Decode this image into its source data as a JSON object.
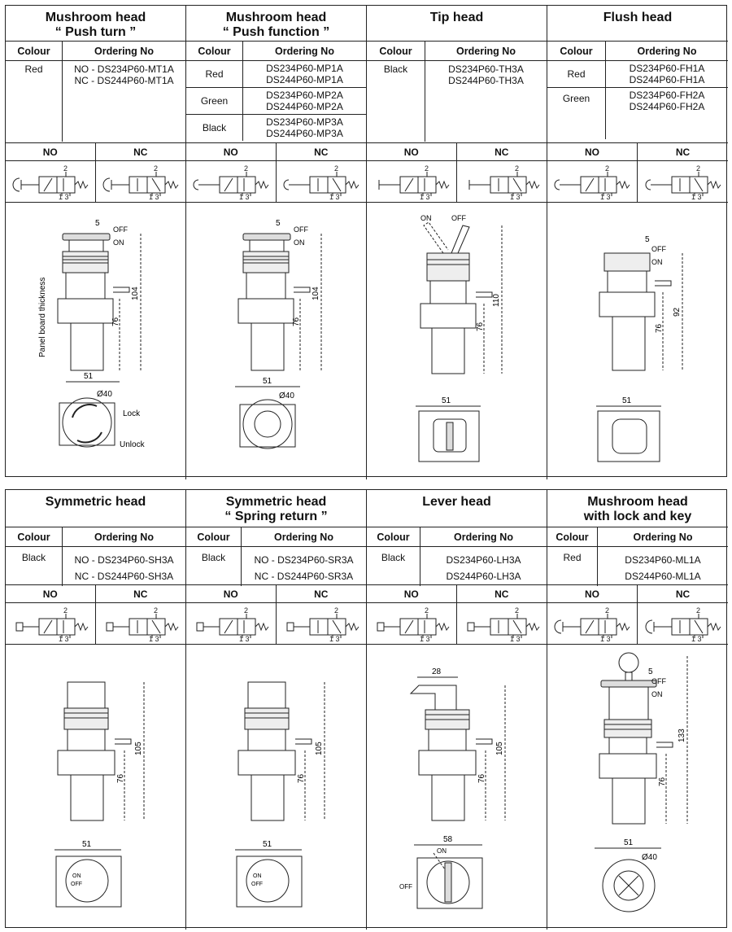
{
  "labels": {
    "colour": "Colour",
    "ordering": "Ordering No",
    "no": "NO",
    "nc": "NC"
  },
  "top": [
    {
      "title": [
        "Mushroom head",
        "“ Push turn ”"
      ],
      "rows": [
        {
          "colour": "Red",
          "codes": [
            "NO - DS234P60-MT1A",
            "NC - DS244P60-MT1A"
          ]
        }
      ],
      "dims": {
        "stroke": "5",
        "off": "OFF",
        "on": "ON",
        "h1": "104",
        "h2": "76",
        "w": "51",
        "dia": "Ø40",
        "panel": "Panel board thickness",
        "lock": "Lock",
        "unlock": "Unlock"
      }
    },
    {
      "title": [
        "Mushroom head",
        "“ Push function ”"
      ],
      "rows": [
        {
          "colour": "Red",
          "codes": [
            "DS234P60-MP1A",
            "DS244P60-MP1A"
          ]
        },
        {
          "colour": "Green",
          "codes": [
            "DS234P60-MP2A",
            "DS244P60-MP2A"
          ]
        },
        {
          "colour": "Black",
          "codes": [
            "DS234P60-MP3A",
            "DS244P60-MP3A"
          ]
        }
      ],
      "dims": {
        "stroke": "5",
        "off": "OFF",
        "on": "ON",
        "h1": "104",
        "h2": "76",
        "w": "51",
        "dia": "Ø40"
      }
    },
    {
      "title": [
        "Tip head",
        ""
      ],
      "rows": [
        {
          "colour": "Black",
          "codes": [
            "DS234P60-TH3A",
            "DS244P60-TH3A"
          ]
        }
      ],
      "dims": {
        "on": "ON",
        "off": "OFF",
        "h1": "110",
        "h2": "76",
        "w": "51"
      }
    },
    {
      "title": [
        "Flush head",
        ""
      ],
      "rows": [
        {
          "colour": "Red",
          "codes": [
            "DS234P60-FH1A",
            "DS244P60-FH1A"
          ]
        },
        {
          "colour": "Green",
          "codes": [
            "DS234P60-FH2A",
            "DS244P60-FH2A"
          ]
        }
      ],
      "dims": {
        "stroke": "5",
        "off": "OFF",
        "on": "ON",
        "h1": "92",
        "h2": "76",
        "w": "51"
      }
    }
  ],
  "bottom": [
    {
      "title": [
        "Symmetric head",
        ""
      ],
      "rows": [
        {
          "colour": "Black",
          "codes": [
            "NO - DS234P60-SH3A",
            "NC - DS244P60-SH3A"
          ]
        }
      ],
      "dims": {
        "h1": "105",
        "h2": "76",
        "w": "51",
        "on": "ON",
        "off": "OFF"
      }
    },
    {
      "title": [
        "Symmetric head",
        "“ Spring return ”"
      ],
      "rows": [
        {
          "colour": "Black",
          "codes": [
            "NO - DS234P60-SR3A",
            "NC - DS244P60-SR3A"
          ]
        }
      ],
      "dims": {
        "h1": "105",
        "h2": "76",
        "w": "51",
        "on": "ON",
        "off": "OFF"
      }
    },
    {
      "title": [
        "Lever head",
        ""
      ],
      "rows": [
        {
          "colour": "Black",
          "codes": [
            "DS234P60-LH3A",
            "DS244P60-LH3A"
          ]
        }
      ],
      "dims": {
        "top": "28",
        "h1": "105",
        "h2": "76",
        "w": "58",
        "on": "ON",
        "off": "OFF"
      }
    },
    {
      "title": [
        "Mushroom head",
        "with lock and key"
      ],
      "rows": [
        {
          "colour": "Red",
          "codes": [
            "DS234P60-ML1A",
            "DS244P60-ML1A"
          ]
        }
      ],
      "dims": {
        "stroke": "5",
        "off": "OFF",
        "on": "ON",
        "h1": "133",
        "h2": "76",
        "w": "51",
        "dia": "Ø40"
      }
    }
  ],
  "symbol": {
    "p2": "2",
    "p13": "1 3"
  }
}
